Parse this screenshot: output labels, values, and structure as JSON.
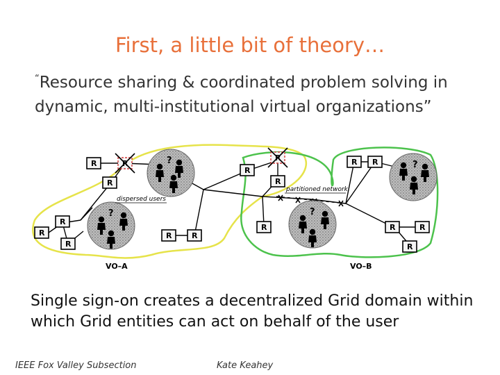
{
  "slide": {
    "title": "First, a little bit of theory…",
    "quote_open": "“",
    "quote": "Resource sharing & coordinated problem solving in dynamic, multi-institutional virtual organizations”",
    "caption": "Single sign-on creates a decentralized Grid domain within which Grid entities can act on behalf of the user",
    "footer_left": "IEEE Fox Valley Subsection",
    "footer_right": "Kate Keahey"
  },
  "diagram": {
    "resource_label": "R",
    "unknown_label": "?",
    "dispersed_users_label": "dispersed users",
    "partitioned_network_label": "partitioned network",
    "vo_a_label": "VO–A",
    "vo_b_label": "VO–B",
    "colors": {
      "vo_a_outline": "#e6e34a",
      "vo_b_outline": "#4cc24c",
      "failed_link": "#d23a3a",
      "title": "#e8703a"
    }
  }
}
